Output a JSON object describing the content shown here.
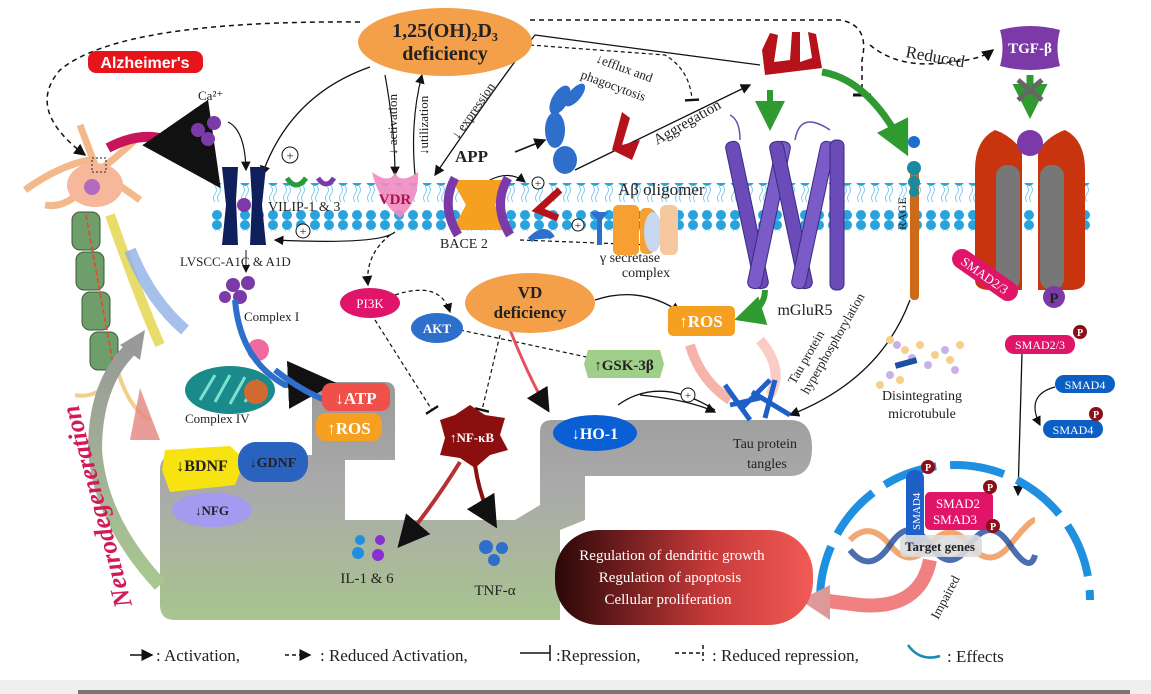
{
  "title_label": "Alzheimer's",
  "nodes": {
    "d3_deficiency": [
      "1,25(OH)₂D₃",
      "deficiency"
    ],
    "ca": "Ca²⁺",
    "vilip": "VILIP-1 & 3",
    "vdr": "VDR",
    "lvscc": "LVSCC-A1C & A1D",
    "app": "APP",
    "bace": "BACE 2",
    "abeta": "Aβ oligomer",
    "gamma": [
      "γ secretase",
      "complex"
    ],
    "mglur5": "mGluR5",
    "rage": "RAGE",
    "tgfb": "TGF-β",
    "vd_deficiency": [
      "VD",
      "deficiency"
    ],
    "pi3k": "PI3K",
    "akt": "AKT",
    "ros_center": "↑ROS",
    "gsk": "↑GSK-3β",
    "ho1": "↓HO-1",
    "nfkb": "↑NF-κB",
    "tau_tangles": [
      "Tau protein",
      "tangles"
    ],
    "tau_hyper": [
      "Tau protein",
      "hyperphosphorylation"
    ],
    "microtubule": [
      "Disintegrating",
      "microtubule"
    ],
    "complex1": "Complex I",
    "complex4": "Complex IV",
    "atp": "↓ATP",
    "ros_left": "↑ROS",
    "bdnf": "↓BDNF",
    "gdnf": "↓GDNF",
    "nfg": "↓NFG",
    "il": "IL-1 & 6",
    "tnf": "TNF-α",
    "smad23_a": "SMAD2/3",
    "smad23_b": "SMAD2/3",
    "smad4_a": "SMAD4",
    "smad4_b": "SMAD4",
    "smad4_c": "SMAD4",
    "smad2": "SMAD2",
    "smad3": "SMAD3",
    "p": "P",
    "target_genes": "Target genes",
    "impaired": "Impaired",
    "neurodegeneration": "Neurodegeneration",
    "outcomes": [
      "Regulation of dendritic  growth",
      "Regulation of apoptosis",
      "Cellular proliferation"
    ]
  },
  "edge_labels": {
    "activation": "↓ activation",
    "utilization": "↓utilization",
    "expression": "↓ expression",
    "efflux": [
      "↓efflux and",
      "phagocytosis"
    ],
    "aggregation": "Aggregation",
    "reduced": "Reduced",
    "plus": "+"
  },
  "legend": {
    "activation": ": Activation,",
    "reduced_activation": ": Reduced Activation,",
    "repression": ":Repression,",
    "reduced_repression": ": Reduced repression,",
    "effects": ": Effects"
  },
  "colors": {
    "membrane": "#29a3dd",
    "orange_node": "#f4a04a",
    "alzheimers": "#e8141b",
    "abeta": "#b5121b",
    "mglur5": "#6a4bb8",
    "smad_pink": "#e0156a",
    "smad_blue": "#0b5fc4",
    "green_arrow": "#2f9a2f"
  }
}
